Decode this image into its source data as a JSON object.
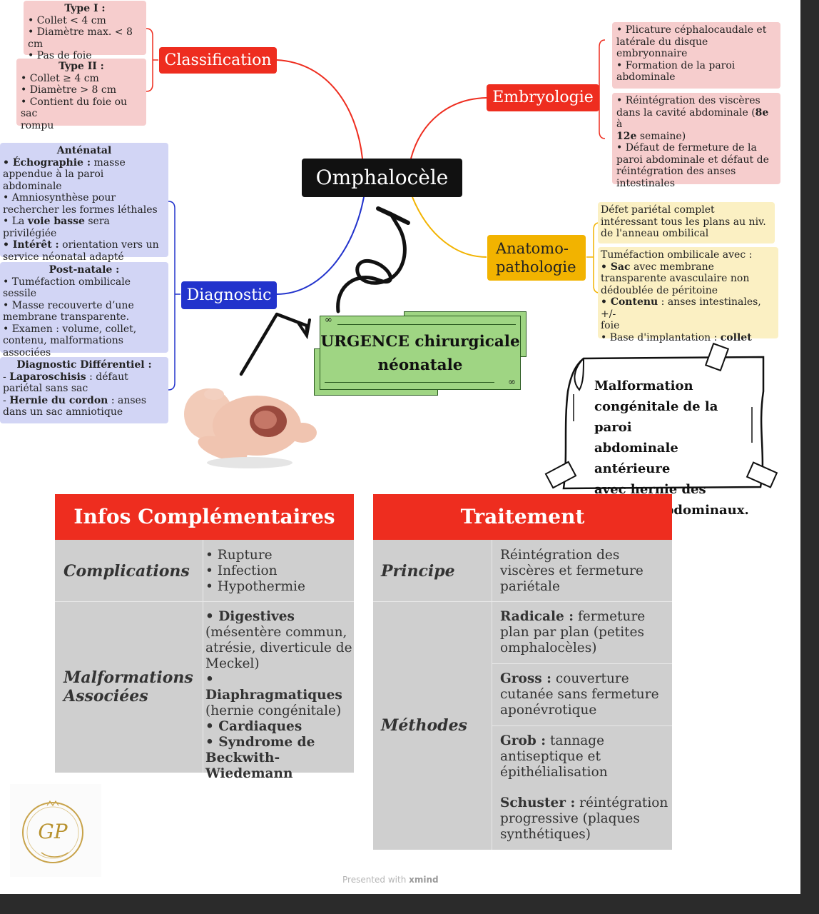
{
  "central": {
    "title": "Omphalocèle"
  },
  "classification": {
    "label": "Classification",
    "type1": {
      "title": "Type I :",
      "items": [
        "• Collet < 4 cm",
        "• Diamètre max. < 8 cm",
        "• Pas de foie"
      ]
    },
    "type2": {
      "title": "Type II :",
      "items": [
        "• Collet ≥ 4 cm",
        "• Diamètre > 8 cm",
        "• Contient du foie ou sac",
        "rompu"
      ]
    }
  },
  "embryologie": {
    "label": "Embryologie",
    "box1": [
      "• Plicature céphalocaudale et",
      "latérale du disque",
      "embryonnaire",
      "• Formation de la paroi",
      "abdominale"
    ],
    "box2": {
      "line1": "• Réintégration des viscères",
      "line2a": "dans la cavité abdominale (",
      "line2b": "8e",
      "line2c": " à",
      "line3a": "12e",
      "line3b": " semaine)",
      "rest": [
        "• Défaut de fermeture de la",
        "paroi abdominale et défaut de",
        "réintégration des anses",
        "intestinales"
      ]
    }
  },
  "anatomo": {
    "label1": "Anatomo-",
    "label2": "pathologie",
    "box1": [
      "Défet pariétal complet",
      "intéressant tous les plans au niv.",
      "de l'anneau ombilical"
    ],
    "box2": {
      "intro": "Tuméfaction ombilicale avec :",
      "sac_b": " • Sac",
      "sac_t": " avec membrane",
      "sac_rest": [
        "transparente avasculaire non",
        "dédoublée de péritoine"
      ],
      "contenu_b": " • Contenu",
      "contenu_t": " : anses intestinales, +/-",
      "contenu_rest": "foie",
      "base_t": " • Base d'implantation : ",
      "base_b": "collet"
    }
  },
  "diagnostic": {
    "label": "Diagnostic",
    "antenatal": {
      "title": "Anténatal",
      "echo_b": "• Échographie :",
      "echo_t": " masse",
      "echo_rest": [
        "appendue à la paroi",
        "abdominale"
      ],
      "amnio": [
        "• Amniosynthèse pour",
        "rechercher les formes léthales"
      ],
      "voie_a": "• La ",
      "voie_b": "voie basse",
      "voie_c": " sera privilégiée",
      "interet_b": "• Intérêt :",
      "interet_t": " orientation vers un",
      "interet_rest": "service néonatal adapté"
    },
    "postnatale": {
      "title": "Post-natale :",
      "items": [
        "• Tuméfaction ombilicale sessile",
        "• Masse recouverte d’une",
        "membrane transparente.",
        "• Examen : volume, collet,",
        "contenu, malformations",
        "associées"
      ]
    },
    "differentiel": {
      "title": "Diagnostic Différentiel :",
      "lap_b": "Laparoschisis",
      "lap_a": "- ",
      "lap_t": " : défaut",
      "lap_rest": "pariétal sans sac",
      "her_a": "- ",
      "her_b": "Hernie du cordon",
      "her_t": " : anses",
      "her_rest": "dans un sac amniotique"
    }
  },
  "urgence": {
    "line1": "URGENCE chirurgicale",
    "line2": "néonatale"
  },
  "definition": [
    "Malformation",
    "congénitale de la paroi",
    "abdominale antérieure",
    "avec hernie des",
    "viscères abdominaux."
  ],
  "infos": {
    "header": "Infos Complémentaires",
    "complications": {
      "label": "Complications",
      "items": [
        "• Rupture",
        "• Infection",
        "• Hypothermie"
      ]
    },
    "malformations": {
      "label1": "Malformations",
      "label2": "Associées",
      "dig_b": "• Digestives",
      "dig_rest": [
        "(mésentère commun,",
        "atrésie, diverticule de",
        "Meckel)"
      ],
      "dia_b": "• Diaphragmatiques",
      "dia_rest": "(hernie congénitale)",
      "card_b": "• Cardiaques",
      "synd": [
        "• Syndrome de",
        "Beckwith-",
        "Wiedemann"
      ]
    }
  },
  "traitement": {
    "header": "Traitement",
    "principe": {
      "label": "Principe",
      "lines": [
        "Réintégration des",
        "viscères et fermeture",
        "pariétale"
      ]
    },
    "methodes": {
      "label": "Méthodes",
      "radicale": {
        "name": "Radicale :",
        "first": " fermeture",
        "rest": [
          "plan par plan (petites",
          "omphalocèles)"
        ]
      },
      "gross": {
        "name": "Gross :",
        "first": " couverture",
        "rest": [
          "cutanée sans fermeture",
          "aponévrotique"
        ]
      },
      "grob": {
        "name": "Grob :",
        "first": " tannage",
        "rest": [
          "antiseptique et",
          "épithélialisation"
        ]
      },
      "schuster": {
        "name": "Schuster :",
        "first": " réintégration",
        "rest": [
          "progressive (plaques",
          "synthétiques)"
        ]
      }
    }
  },
  "logo": {
    "initials": "GP"
  },
  "footer": {
    "prefix": "Presented with ",
    "brand": "xmind"
  },
  "colors": {
    "red": "#ee2d1f",
    "black": "#111111",
    "blue": "#2233cc",
    "amber": "#f2b300",
    "green": "#9fd583"
  }
}
